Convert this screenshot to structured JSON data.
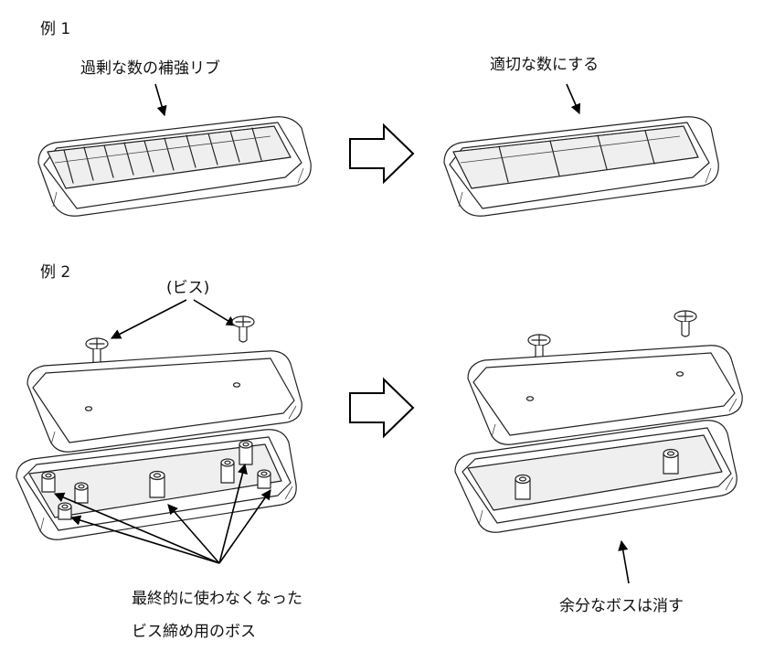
{
  "example1": {
    "heading": "例 1",
    "before_label": "過剰な数の補強リブ",
    "after_label": "適切な数にする"
  },
  "example2": {
    "heading": "例 2",
    "screw_label": "(ビス)",
    "unused_boss_label_line1": "最終的に使わなくなった",
    "unused_boss_label_line2": "ビス締め用のボス",
    "after_label": "余分なボスは消す"
  }
}
